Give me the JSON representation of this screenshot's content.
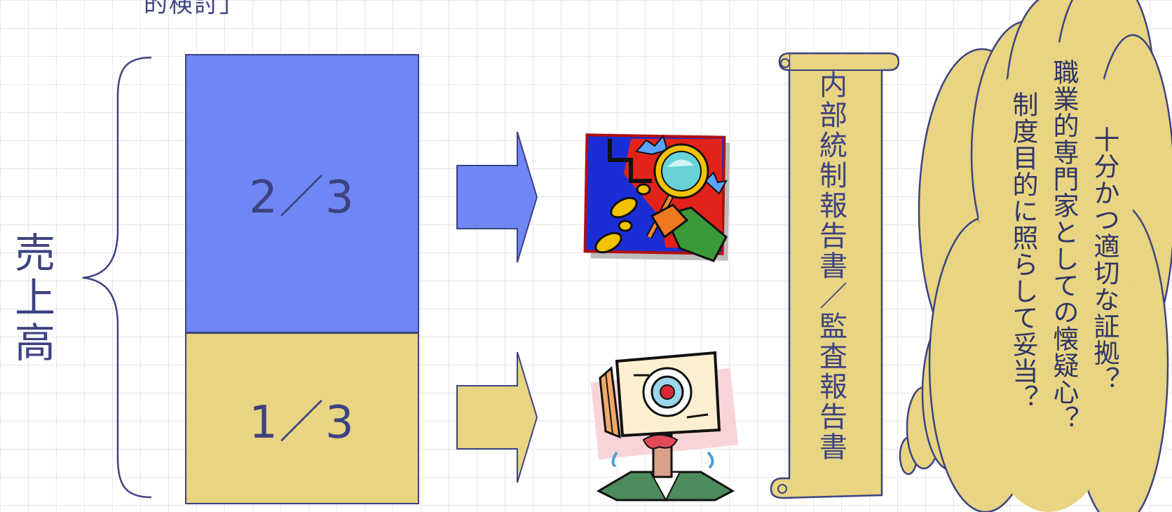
{
  "header_fragment": "的検討」",
  "sales": {
    "label": "売上高"
  },
  "bars": {
    "top": {
      "label": "2／3",
      "color": "#6f86f5"
    },
    "bottom": {
      "label": "1／3",
      "color": "#e8d482"
    }
  },
  "scroll": {
    "text": "内部統制報告書／監査報告書"
  },
  "cloud": {
    "lines": [
      "十分かつ適切な証拠？",
      "職業的専門家としての懐疑心？",
      "制度目的に照らして妥当？"
    ]
  },
  "icons": {
    "investigation": "magnifying-glass-footprints-icon",
    "target": "target-head-icon"
  },
  "colors": {
    "text": "#3d4380",
    "blue": "#6f86f5",
    "yellow": "#e8d482",
    "outline": "#3d4380"
  }
}
